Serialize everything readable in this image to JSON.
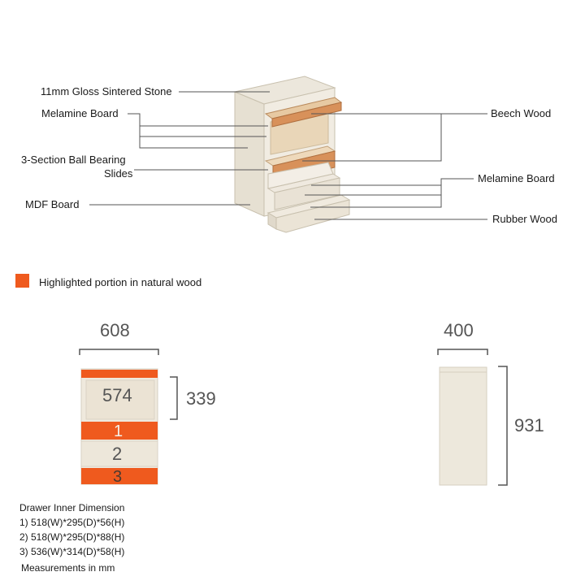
{
  "colors": {
    "accent": "#ef5a1e",
    "wood": "#d8915a",
    "cream": "#ede7da",
    "line": "#555555"
  },
  "callouts": {
    "stone_top": "11mm Gloss Sintered Stone",
    "melamine_left": "Melamine Board",
    "slides_line1": "3-Section Ball Bearing",
    "slides_line2": "Slides",
    "mdf": "MDF Board",
    "beech": "Beech Wood",
    "melamine_right": "Melamine Board",
    "rubber": "Rubber Wood"
  },
  "legend": {
    "label": "Highlighted portion in natural wood"
  },
  "front_view": {
    "width_label": "608",
    "inner_label": "574",
    "height_label": "339",
    "drawer_1": "1",
    "drawer_2": "2",
    "drawer_3": "3"
  },
  "side_view": {
    "depth_label": "400",
    "height_label": "931"
  },
  "specs": {
    "title": "Drawer Inner Dimension",
    "line_1": "1) 518(W)*295(D)*56(H)",
    "line_2": "2) 518(W)*295(D)*88(H)",
    "line_3": "3) 536(W)*314(D)*58(H)",
    "unit_note": "Measurements in mm"
  }
}
